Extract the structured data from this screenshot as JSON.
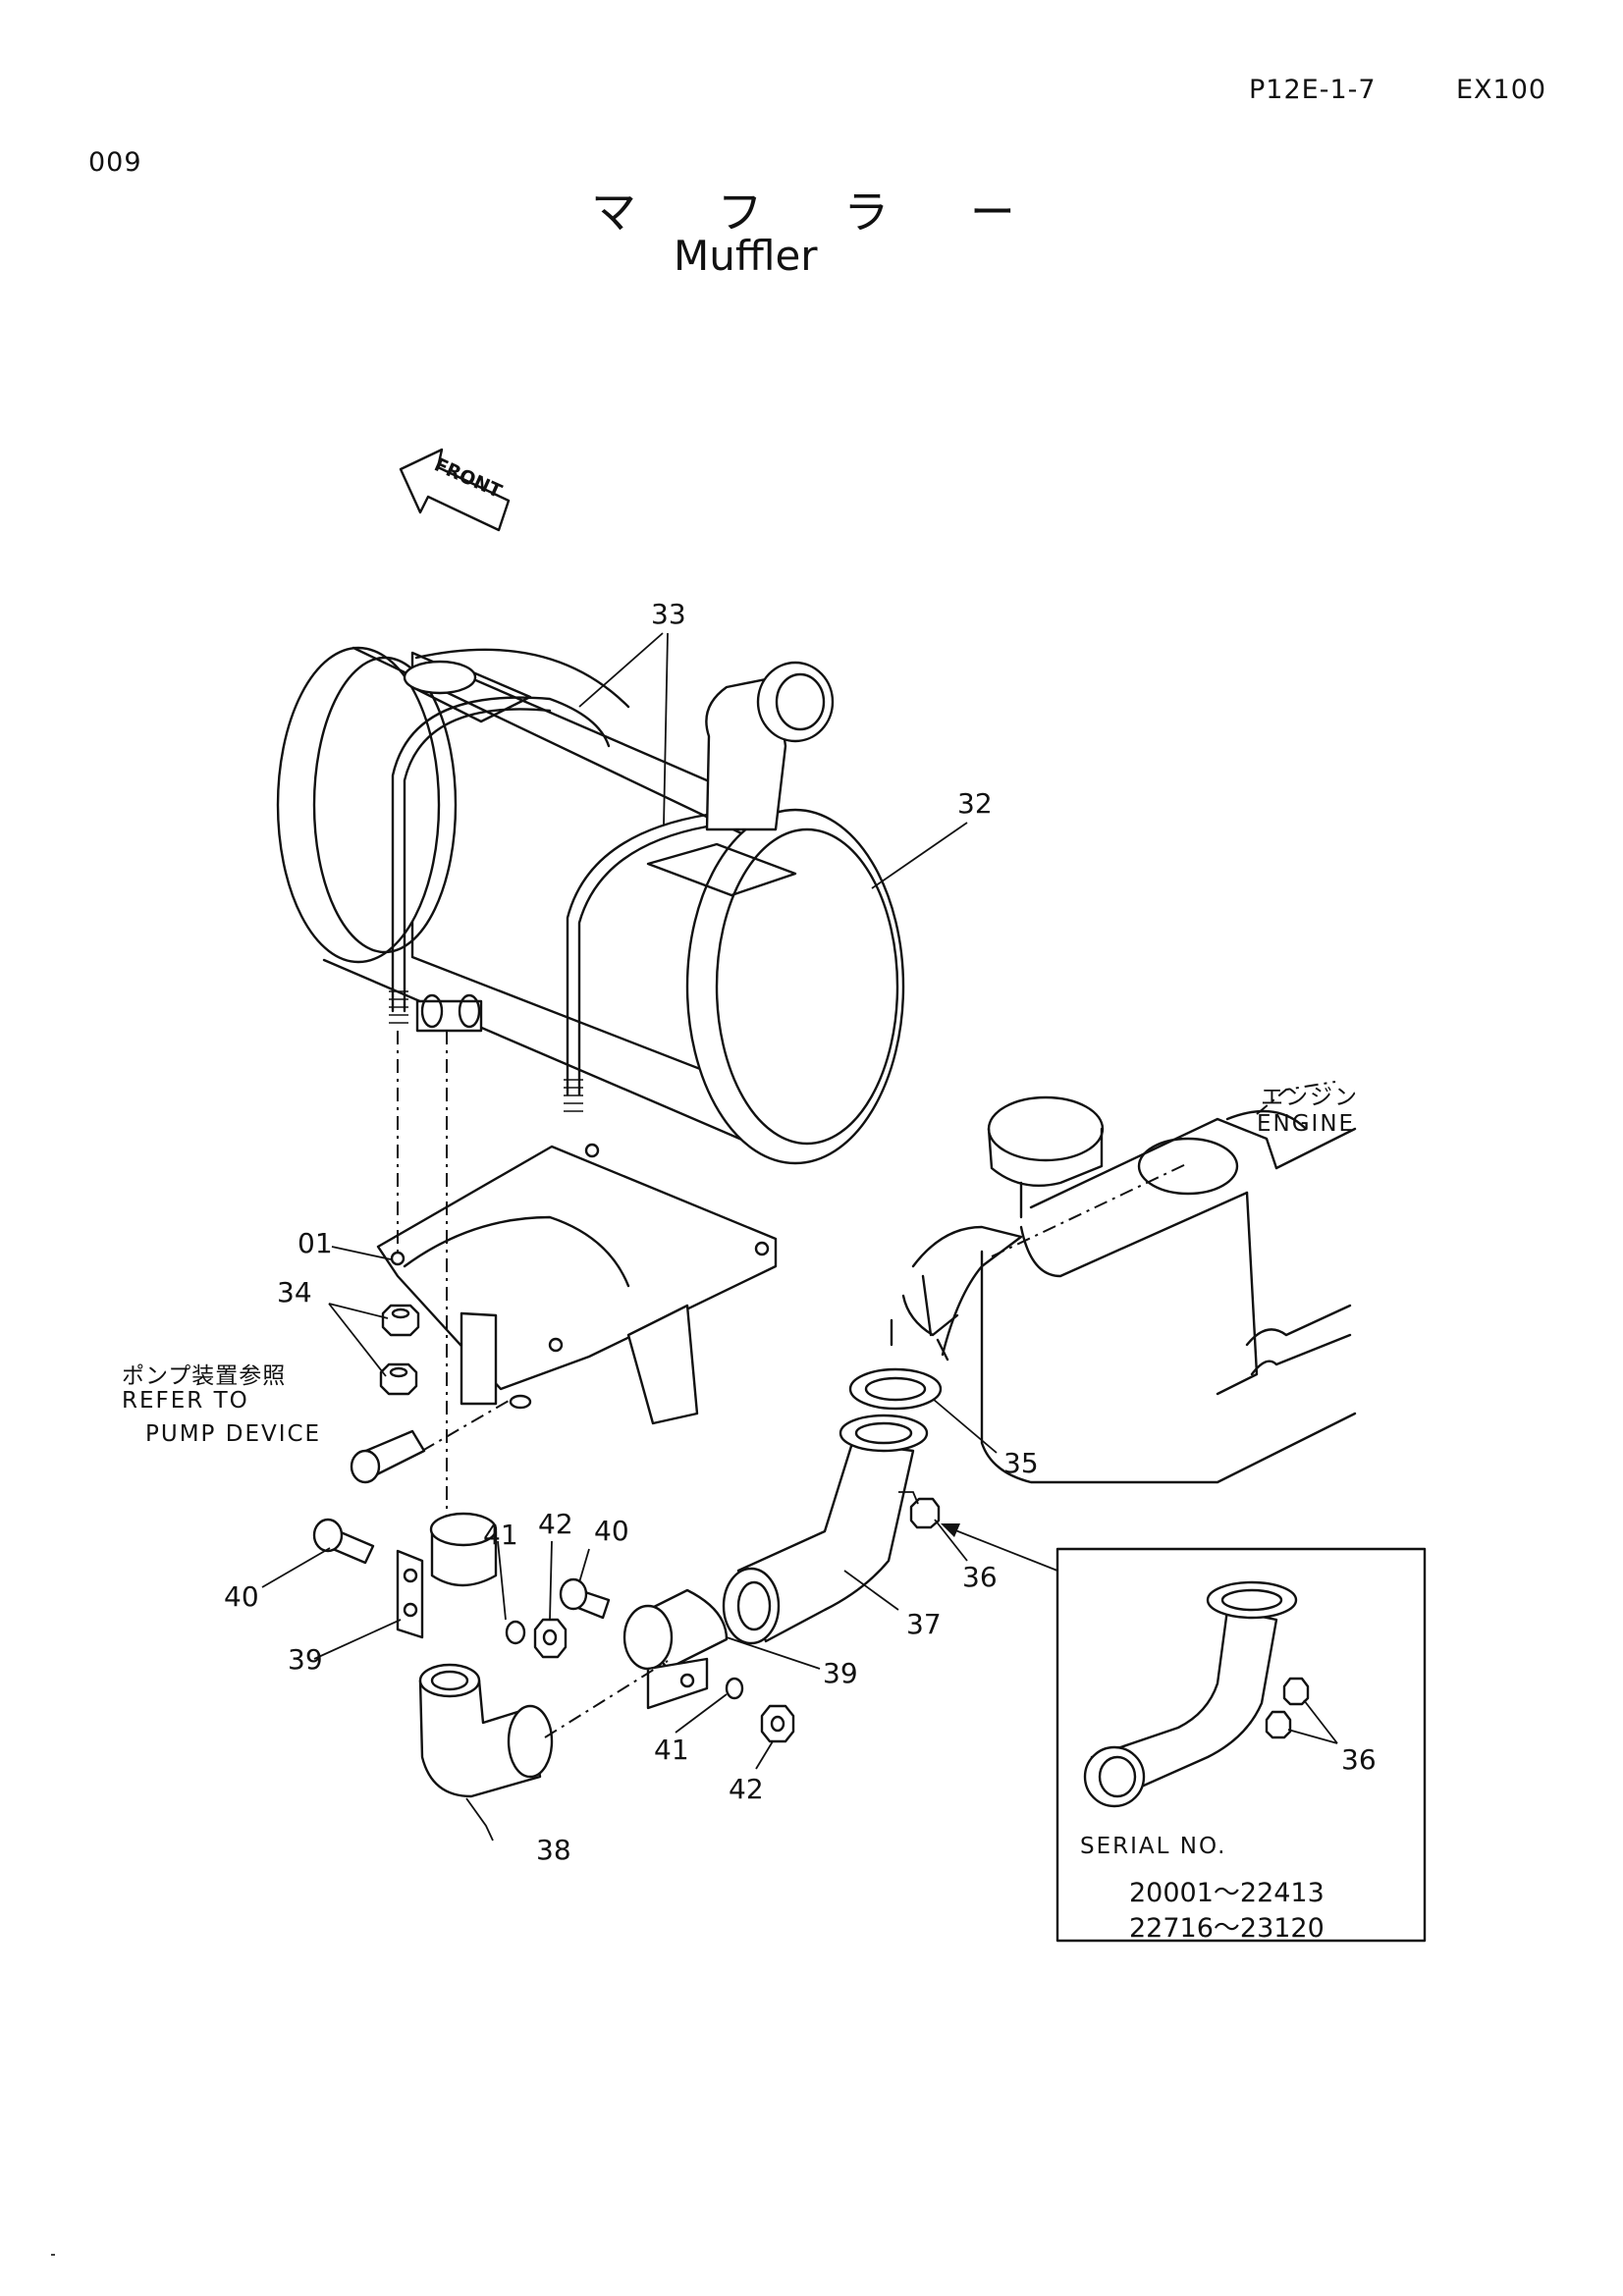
{
  "header": {
    "page_code": "P12E-1-7",
    "model": "EX100",
    "page_number": "009"
  },
  "title": {
    "japanese": "マ フ ラ ー",
    "english": "Muffler"
  },
  "front_arrow": {
    "label": "FRONT"
  },
  "engine_label": {
    "japanese": "エンジン",
    "english": "ENGINE"
  },
  "refer_note": {
    "japanese": "ポンプ装置参照",
    "line1": "REFER TO",
    "line2": "PUMP DEVICE"
  },
  "callouts": {
    "c01": "01",
    "c32": "32",
    "c33": "33",
    "c34": "34",
    "c35": "35",
    "c36a": "36",
    "c36b": "36",
    "c37": "37",
    "c38": "38",
    "c39a": "39",
    "c39b": "39",
    "c40a": "40",
    "c40b": "40",
    "c41a": "41",
    "c41b": "41",
    "c42a": "42",
    "c42b": "42"
  },
  "inset": {
    "serial_label": "SERIAL NO.",
    "range1": "20001～22413",
    "range2": "22716～23120"
  }
}
